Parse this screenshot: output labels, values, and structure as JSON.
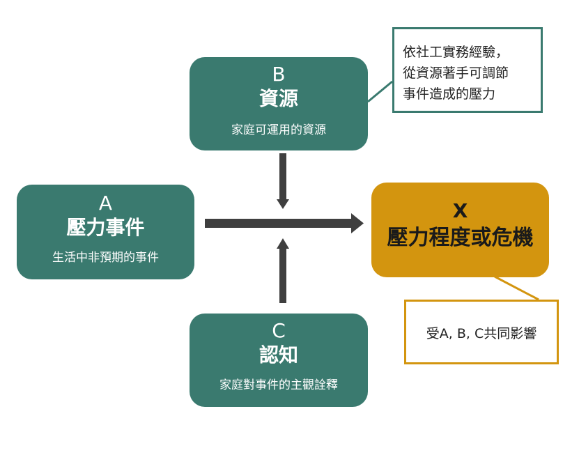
{
  "boxes": {
    "a": {
      "letter": "A",
      "title": "壓力事件",
      "subtitle": "生活中非預期的事件"
    },
    "b": {
      "letter": "B",
      "title": "資源",
      "subtitle": "家庭可運用的資源"
    },
    "c": {
      "letter": "C",
      "title": "認知",
      "subtitle": "家庭對事件的主觀詮釋"
    },
    "x": {
      "letter": "X",
      "title": "壓力程度或危機"
    }
  },
  "notes": {
    "resources": [
      "依社工實務經驗，",
      "從資源著手可調節",
      "事件造成的壓力"
    ],
    "combined": "受A, B, C共同影響"
  },
  "colors": {
    "teal": "#3a7a6f",
    "gold": "#d3950f",
    "arrow": "#3f3f3f"
  }
}
